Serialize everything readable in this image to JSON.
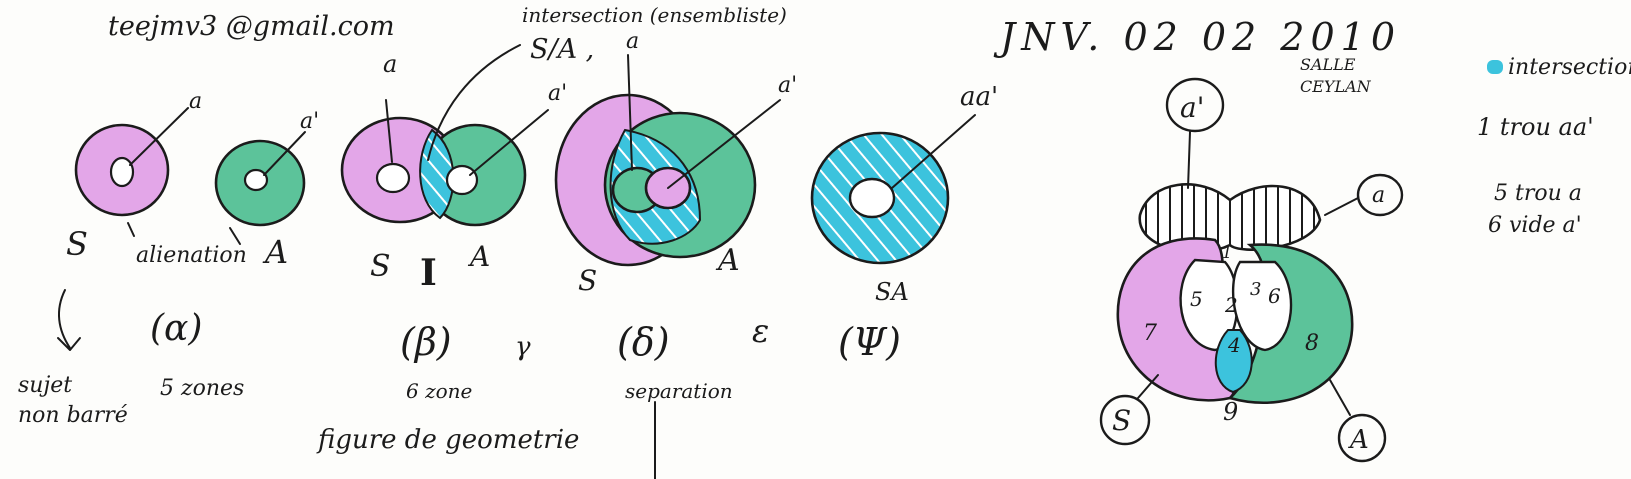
{
  "colors": {
    "pink": "#e3a6e8",
    "green": "#5cc39a",
    "cyan": "#3cc3dd",
    "ink": "#1b1b1b"
  },
  "header": {
    "email": "teejmv3 @gmail.com",
    "date": "JNV. 02 02 2010",
    "venue_line1": "SALLE",
    "venue_line2": "CEYLAN",
    "intersection_title": "intersection (ensembliste)",
    "intersection_sub": "S/A ,"
  },
  "figures": {
    "fig1": {
      "label": "S",
      "pointer": "a"
    },
    "fig2": {
      "label": "A",
      "pointer": "a'",
      "caption": "alienation"
    },
    "fig3": {
      "label_left": "S",
      "label_mid": "I",
      "label_right": "A",
      "pointer": "a",
      "pointer2": "a'"
    },
    "fig4": {
      "label_left": "S",
      "label_right": "A",
      "pointer": "a",
      "pointer2": "a'"
    },
    "fig5": {
      "label": "SA",
      "pointer": "aa'"
    }
  },
  "greek": {
    "alpha": "(α)",
    "alpha_caption": "5 zones",
    "beta": "(β)",
    "beta_caption": "6 zone",
    "gamma": "γ",
    "delta": "(δ)",
    "delta_caption": "separation",
    "epsilon": "ε",
    "psi": "(Ψ)"
  },
  "footer": {
    "arrow_caption_line1": "sujet",
    "arrow_caption_line2": "non barré",
    "geometry_caption": "figure de geometrie"
  },
  "right_diagram": {
    "top_label": "a'",
    "right_label": "a",
    "bottom_left_label": "S",
    "bottom_right_label": "A",
    "zones": [
      "1",
      "2",
      "3",
      "4",
      "5",
      "6",
      "7",
      "8",
      "9"
    ]
  },
  "legend": {
    "line1": "intersection",
    "line2": "1 trou aa'",
    "line3": "5 trou a",
    "line4": "6 vide a'"
  }
}
